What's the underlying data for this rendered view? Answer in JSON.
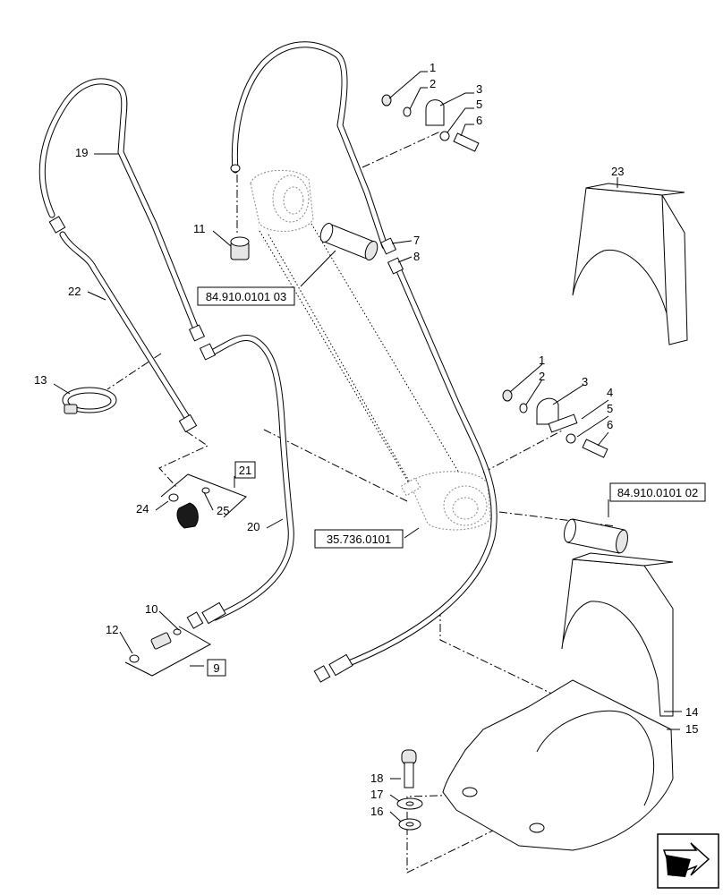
{
  "callouts": {
    "c1": "1",
    "c2": "2",
    "c3": "3",
    "c5": "5",
    "c6": "6",
    "c7": "7",
    "c8": "8",
    "c11": "11",
    "c19": "19",
    "c22": "22",
    "c13": "13",
    "c23": "23",
    "c1b": "1",
    "c2b": "2",
    "c3b": "3",
    "c4": "4",
    "c5b": "5",
    "c6b": "6",
    "c24": "24",
    "c25": "25",
    "c20": "20",
    "c10": "10",
    "c12": "12",
    "c14": "14",
    "c15": "15",
    "c18": "18",
    "c17": "17",
    "c16": "16"
  },
  "boxed": {
    "b21": "21",
    "b9": "9"
  },
  "references": {
    "r1": "84.910.0101 03",
    "r2": "35.736.0101",
    "r3": "84.910.0101 02"
  },
  "icons": {
    "nav": "next-page-arrow-icon"
  }
}
